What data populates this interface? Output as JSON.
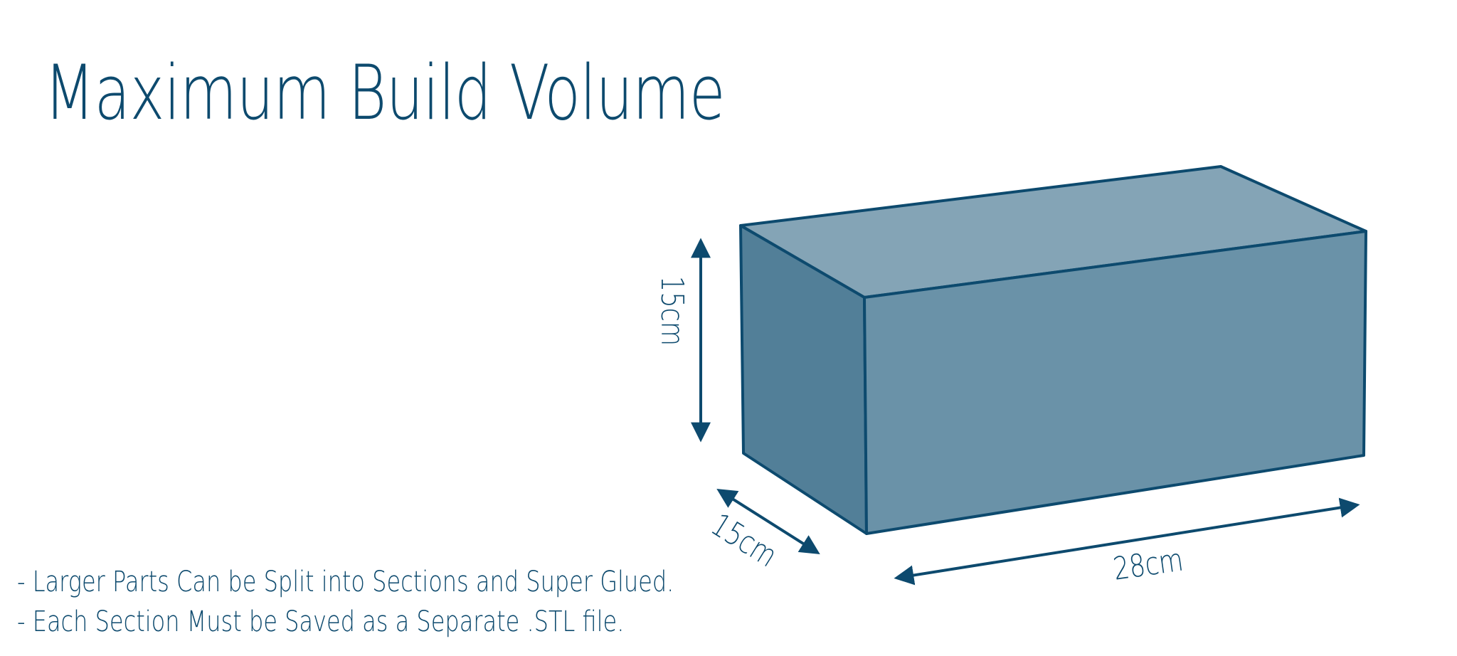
{
  "title": "Maximum Build Volume",
  "notes": [
    "- Larger Parts Can be Split into Sections and Super Glued.",
    "- Each Section Must be Saved as a Separate .STL file."
  ],
  "dimensions": {
    "height": "15cm",
    "depth": "15cm",
    "width": "28cm"
  },
  "colors": {
    "ink": "#0d4a6e",
    "top_face": "#84a4b6",
    "front_face": "#6a92a8",
    "side_face": "#527f98"
  }
}
